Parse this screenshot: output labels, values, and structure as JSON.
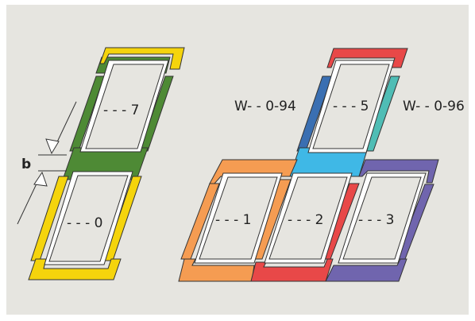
{
  "colors": {
    "background": "#e6e5e0",
    "yellow": "#f5d40c",
    "green": "#4e8a35",
    "red": "#e84848",
    "blue": "#3a6fb2",
    "teal": "#4fbdb5",
    "cyan": "#3fb8e6",
    "orange": "#f59c52",
    "purple": "#7065ae",
    "outline": "#333333",
    "frame": "#ffffff"
  },
  "labels": {
    "window_7": "- - - 7",
    "window_0": "- - - 0",
    "window_5": "- - - 5",
    "window_1": "- - - 1",
    "window_2": "- - - 2",
    "window_3": "- - - 3",
    "flashing_left": "W- -  0-94",
    "flashing_right": "W- -  0-96",
    "gap": "b"
  }
}
